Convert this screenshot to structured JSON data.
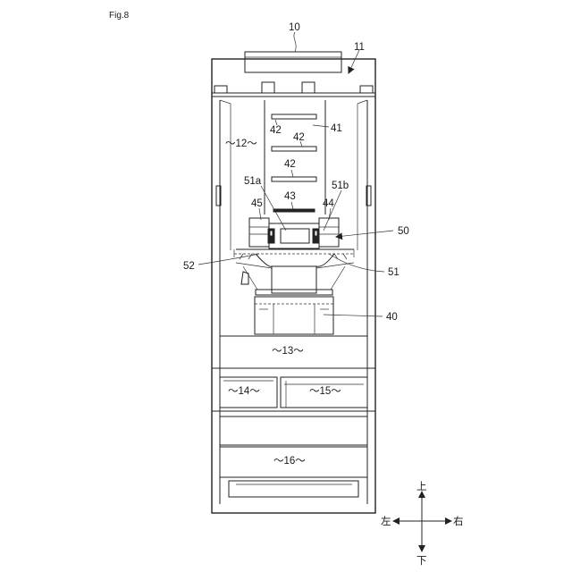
{
  "figure": {
    "title": "Fig.8",
    "labels": {
      "r10": "10",
      "r11": "11",
      "r12": "～12～",
      "r13": "～13～",
      "r14": "～14～",
      "r15": "～15～",
      "r16": "～16～",
      "r40": "40",
      "r41": "41",
      "r42a": "42",
      "r42b": "42",
      "r42c": "42",
      "r43": "43",
      "r44": "44",
      "r45": "45",
      "r50": "50",
      "r51": "51",
      "r51a": "51a",
      "r51b": "51b",
      "r52": "52"
    },
    "directions": {
      "up": "上",
      "down": "下",
      "left": "左",
      "right": "右"
    }
  }
}
